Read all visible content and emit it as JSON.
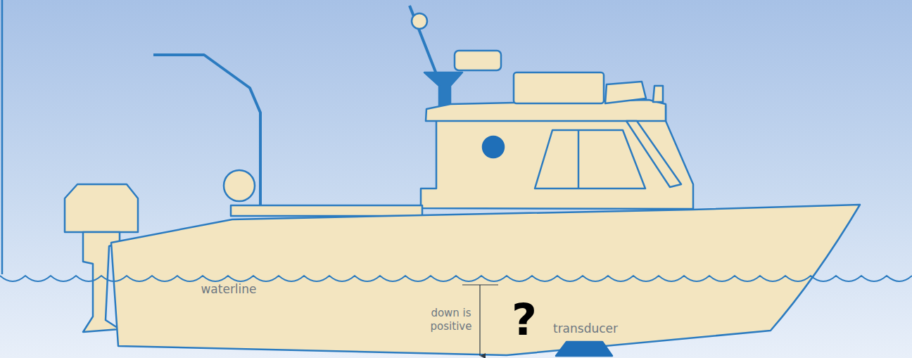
{
  "diagram": {
    "labels": [
      "waterline",
      "down is positive",
      "?",
      "transducer"
    ]
  }
}
